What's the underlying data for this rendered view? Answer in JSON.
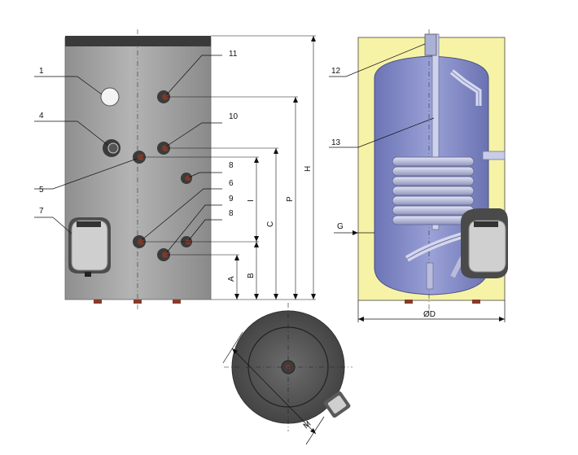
{
  "callouts": {
    "c1": "1",
    "c2": "11",
    "c3": "4",
    "c4": "10",
    "c5": "8",
    "c6": "5",
    "c7": "6",
    "c8": "9",
    "c9": "7",
    "c10": "8",
    "c11": "12",
    "c12": "13"
  },
  "dimensions": {
    "h": "H",
    "p": "P",
    "c": "C",
    "i": "I",
    "b": "B",
    "a": "A",
    "g": "G",
    "d": "ØD",
    "m": "M"
  },
  "colors": {
    "tank_shell": "#a9a9a9",
    "tank_top": "#3a3a3a",
    "insulation": "#f6f3a6",
    "inner_tank": "#8088c4",
    "coil": "#b9bed8",
    "top_view": "#5b5b5b"
  }
}
